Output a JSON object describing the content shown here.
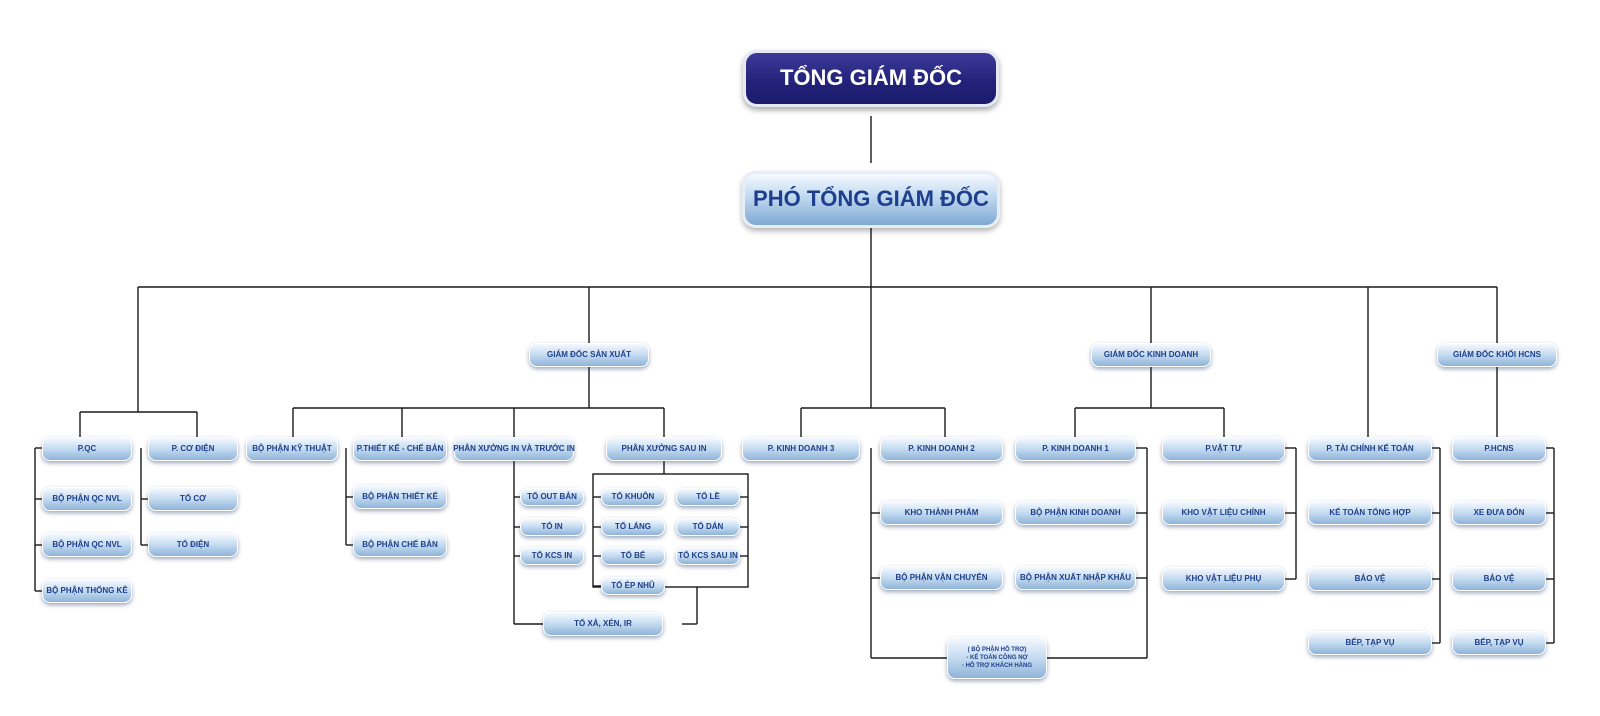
{
  "chart": {
    "ceo": "TỔNG GIÁM ĐỐC",
    "deputy_ceo": "PHÓ TỔNG GIÁM ĐỐC",
    "directors": {
      "production": "GIÁM ĐỐC SẢN XUẤT",
      "business": "GIÁM ĐỐC KINH DOANH",
      "hr": "GIÁM ĐỐC KHỐI HCNS"
    },
    "qc": {
      "head": "P.QC",
      "items": [
        "BỘ PHẬN QC NVL",
        "BỘ PHẬN QC NVL",
        "BỘ PHẬN THỐNG KÊ"
      ]
    },
    "mechanical": {
      "head": "P. CƠ ĐIỆN",
      "items": [
        "TỔ CƠ",
        "TỔ ĐIỆN"
      ]
    },
    "technical": "BỘ PHẬN  KỸ THUẬT",
    "design": {
      "head": "P.THIẾT KẾ - CHẾ BẢN",
      "items": [
        "BỘ PHẬN THIẾT KẾ",
        "BỘ PHẬN CHẾ BẢN"
      ]
    },
    "print_workshop": {
      "head": "PHÂN XƯỞNG IN VÀ  TRƯỚC IN",
      "items": [
        "TỔ OUT BẢN",
        "TỔ IN",
        "TỔ KCS IN"
      ]
    },
    "post_print": {
      "head": "PHÂN XƯỞNG SAU IN",
      "left": [
        "TỔ KHUÔN",
        "TỔ LÁNG",
        "TỔ BẾ",
        "TỔ ÉP NHŨ"
      ],
      "right": [
        "TỔ LỀ",
        "TỔ DÁN",
        "TỔ KCS SAU IN"
      ]
    },
    "cutting": "TỔ XẢ, XÉN, IR",
    "sales3": "P. KINH DOANH 3",
    "sales2": {
      "head": "P. KINH DOANH 2",
      "items": [
        "KHO THÀNH PHẨM",
        "BỘ PHẬN VẬN CHUYỂN"
      ]
    },
    "sales1": {
      "head": "P. KINH DOANH 1",
      "items": [
        "BỘ PHẬN KINH DOANH",
        "BỘ PHẬN XUẤT NHẬP KHẨU"
      ]
    },
    "support": [
      "( BỘ PHẬN HỖ TRỢ)",
      "- KẾ TOÁN CÔNG NỢ",
      "- HỖ TRỢ KHÁCH HÀNG"
    ],
    "materials": {
      "head": "P.VẬT TƯ",
      "items": [
        "KHO VẬT LIỆU CHÍNH",
        "KHO VẬT LIỆU PHỤ"
      ]
    },
    "finance": {
      "head": "P. TÀI CHÍNH KẾ TOÁN",
      "items": [
        "KẾ TOÁN TỔNG HỢP",
        "BẢO VỆ",
        "BẾP, TẠP VỤ"
      ]
    },
    "hcns": {
      "head": "P.HCNS",
      "items": [
        "XE ĐƯA ĐÓN",
        "BẢO VỆ",
        "BẾP, TẠP VỤ"
      ]
    }
  }
}
